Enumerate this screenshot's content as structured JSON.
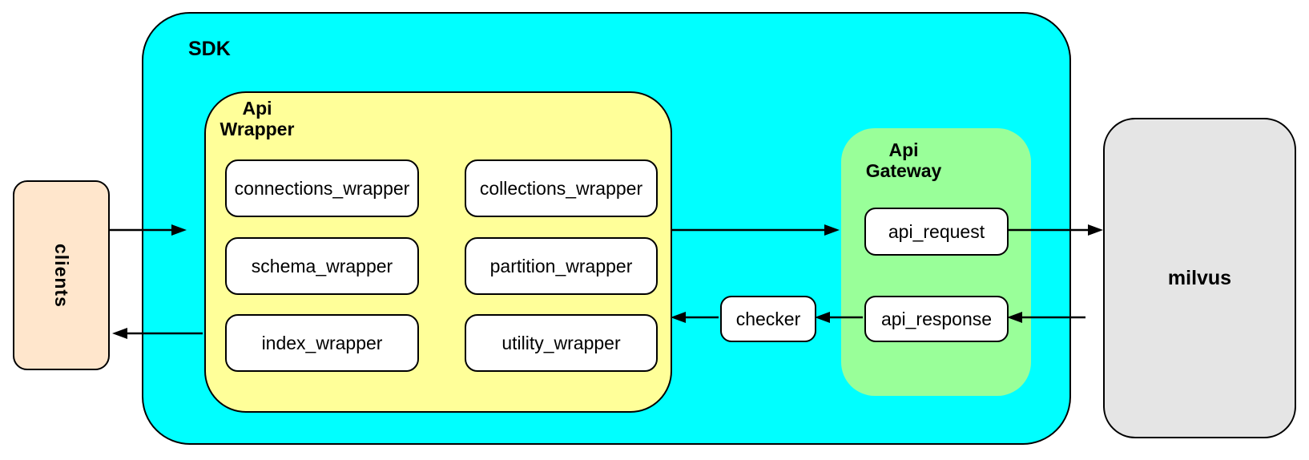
{
  "colors": {
    "sdk_fill": "#00FFFF",
    "api_wrapper_fill": "#FFFF99",
    "api_gateway_fill": "#99FF99",
    "clients_fill": "#FFE6CC",
    "milvus_fill": "#E5E5E5",
    "node_fill": "#FFFFFF",
    "line_color": "#000000"
  },
  "nodes": {
    "clients": {
      "label": "clients"
    },
    "sdk": {
      "label": "SDK"
    },
    "api_wrapper": {
      "label": "Api\nWrapper"
    },
    "wrapper_boxes": [
      {
        "label": "connections_wrapper"
      },
      {
        "label": "collections_wrapper"
      },
      {
        "label": "schema_wrapper"
      },
      {
        "label": "partition_wrapper"
      },
      {
        "label": "index_wrapper"
      },
      {
        "label": "utility_wrapper"
      }
    ],
    "checker": {
      "label": "checker"
    },
    "api_gateway": {
      "label": "Api\nGateway"
    },
    "api_request": {
      "label": "api_request"
    },
    "api_response": {
      "label": "api_response"
    },
    "milvus": {
      "label": "milvus"
    }
  },
  "edges": [
    {
      "from": "clients",
      "to": "sdk"
    },
    {
      "from": "api_wrapper",
      "to": "api_gateway"
    },
    {
      "from": "api_request",
      "to": "milvus"
    },
    {
      "from": "milvus",
      "to": "api_response"
    },
    {
      "from": "api_response",
      "to": "checker"
    },
    {
      "from": "checker",
      "to": "api_wrapper"
    },
    {
      "from": "api_wrapper",
      "to": "clients"
    }
  ]
}
